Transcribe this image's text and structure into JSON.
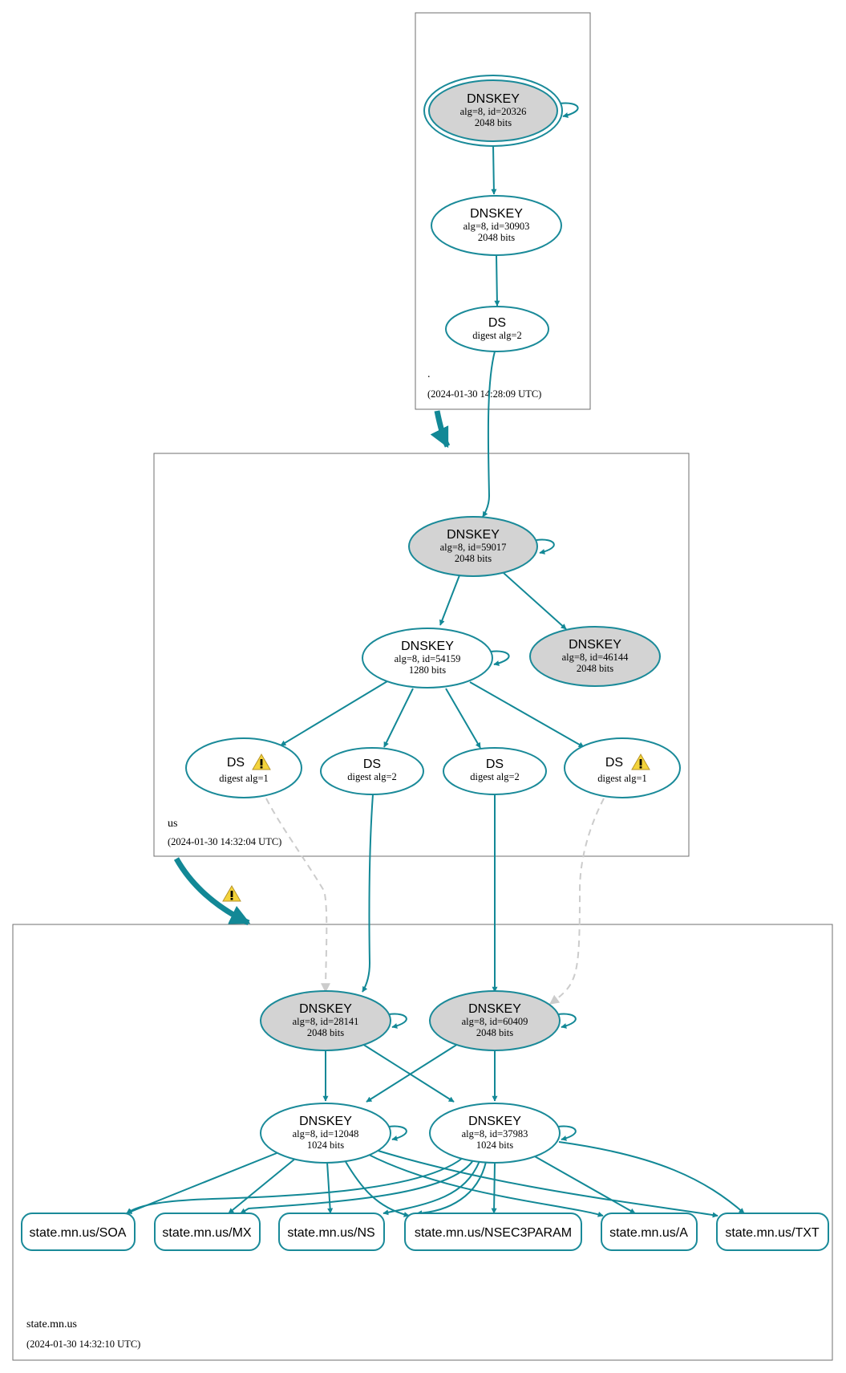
{
  "zones": [
    {
      "name": ".",
      "timestamp": "(2024-01-30 14:28:09 UTC)"
    },
    {
      "name": "us",
      "timestamp": "(2024-01-30 14:32:04 UTC)"
    },
    {
      "name": "state.mn.us",
      "timestamp": "(2024-01-30 14:32:10 UTC)"
    }
  ],
  "nodes": {
    "root_ksk": {
      "title": "DNSKEY",
      "line1": "alg=8, id=20326",
      "line2": "2048 bits"
    },
    "root_zsk": {
      "title": "DNSKEY",
      "line1": "alg=8, id=30903",
      "line2": "2048 bits"
    },
    "root_ds": {
      "title": "DS",
      "line1": "digest alg=2"
    },
    "us_ksk": {
      "title": "DNSKEY",
      "line1": "alg=8, id=59017",
      "line2": "2048 bits"
    },
    "us_zsk": {
      "title": "DNSKEY",
      "line1": "alg=8, id=54159",
      "line2": "1280 bits"
    },
    "us_ksk2": {
      "title": "DNSKEY",
      "line1": "alg=8, id=46144",
      "line2": "2048 bits"
    },
    "us_ds1": {
      "title": "DS",
      "line1": "digest alg=1"
    },
    "us_ds2": {
      "title": "DS",
      "line1": "digest alg=2"
    },
    "us_ds3": {
      "title": "DS",
      "line1": "digest alg=2"
    },
    "us_ds4": {
      "title": "DS",
      "line1": "digest alg=1"
    },
    "mn_ksk1": {
      "title": "DNSKEY",
      "line1": "alg=8, id=28141",
      "line2": "2048 bits"
    },
    "mn_ksk2": {
      "title": "DNSKEY",
      "line1": "alg=8, id=60409",
      "line2": "2048 bits"
    },
    "mn_zsk1": {
      "title": "DNSKEY",
      "line1": "alg=8, id=12048",
      "line2": "1024 bits"
    },
    "mn_zsk2": {
      "title": "DNSKEY",
      "line1": "alg=8, id=37983",
      "line2": "1024 bits"
    }
  },
  "rrsets": [
    "state.mn.us/SOA",
    "state.mn.us/MX",
    "state.mn.us/NS",
    "state.mn.us/NSEC3PARAM",
    "state.mn.us/A",
    "state.mn.us/TXT"
  ],
  "colors": {
    "edge": "#128896",
    "node_stroke": "#1a8a99",
    "ksk_fill": "#d3d3d3",
    "insecure_edge": "#cccccc",
    "warning": "#f3d33b"
  }
}
